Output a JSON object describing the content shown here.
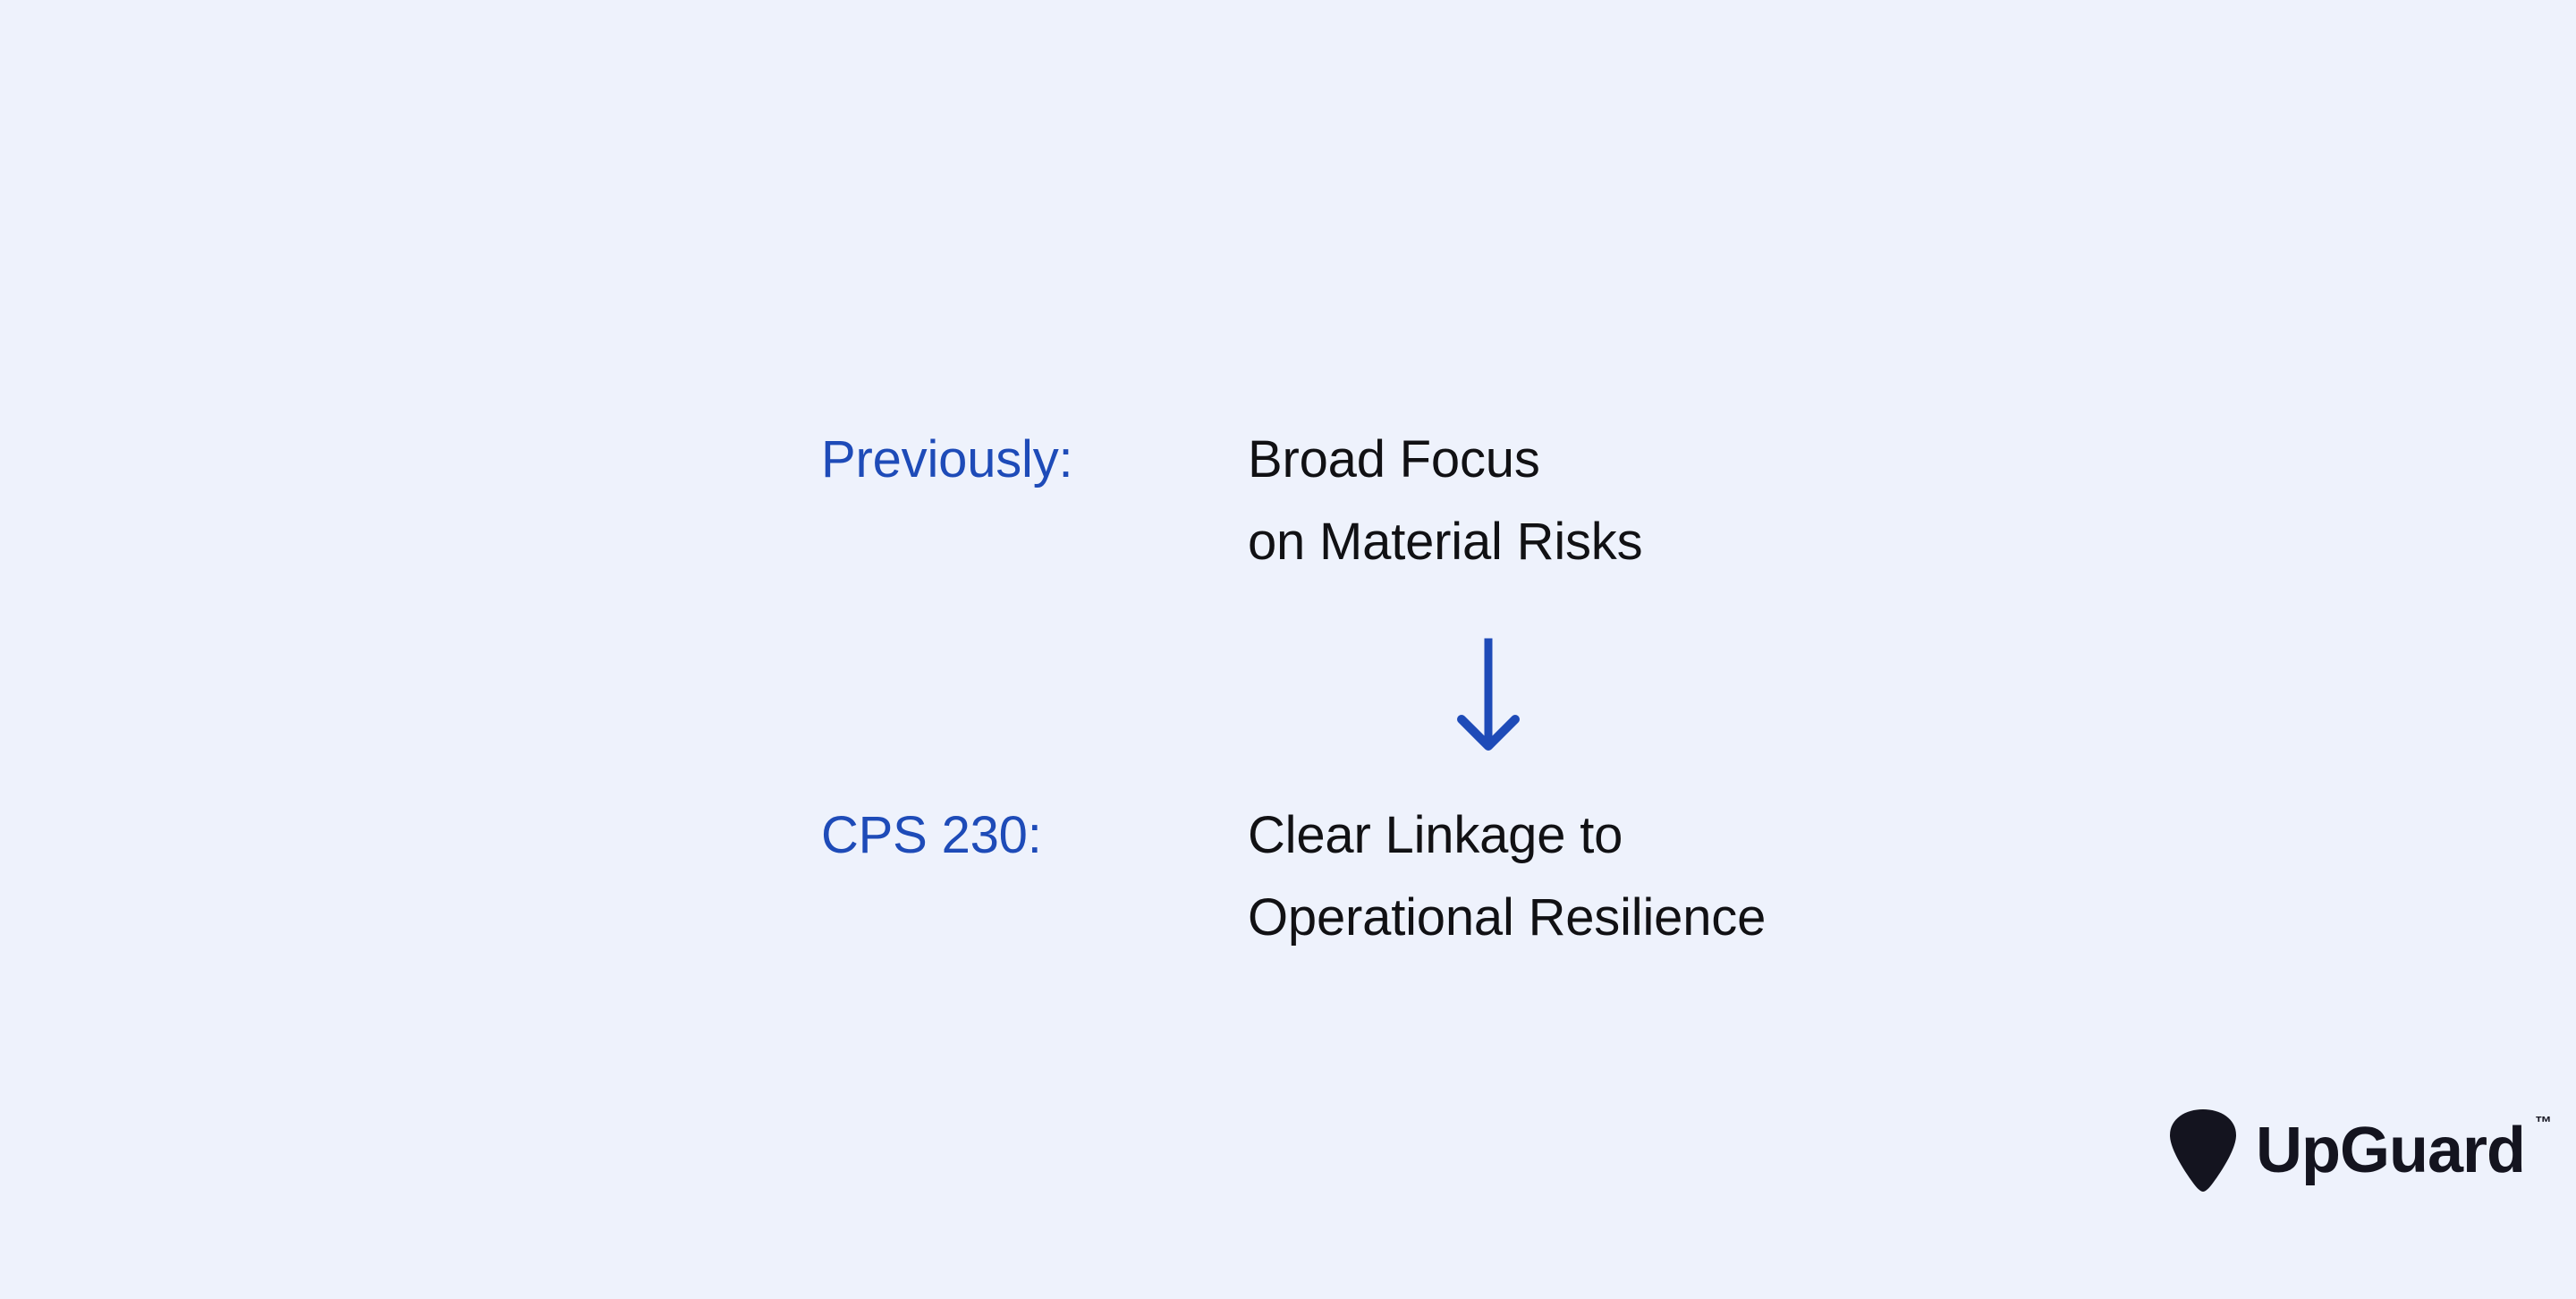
{
  "background_color": "#eef2fc",
  "accent_color": "#1e4bb8",
  "text_color": "#111114",
  "logo_color": "#14141f",
  "comparison": {
    "rows": [
      {
        "label": "Previously:",
        "lines": [
          "Broad Focus",
          "on Material Risks"
        ]
      },
      {
        "label": "CPS 230:",
        "lines": [
          "Clear Linkage to",
          "Operational Resilience"
        ]
      }
    ],
    "connector": {
      "icon": "arrow-down-icon",
      "direction": "down",
      "color": "#1e4bb8"
    }
  },
  "branding": {
    "mark": "guitar-pick-shield-icon",
    "wordmark": "UpGuard",
    "trademark": "™"
  }
}
